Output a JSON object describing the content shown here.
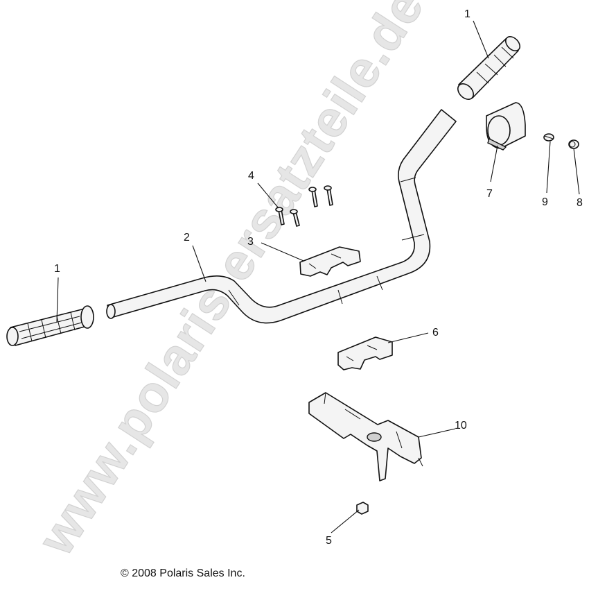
{
  "watermark": "www.polaris-ersatzteile.de",
  "copyright": "© 2008 Polaris Sales Inc.",
  "callouts": {
    "grip_left": "1",
    "grip_right": "1",
    "handlebar": "2",
    "clamp_upper": "3",
    "bolts": "4",
    "nut": "5",
    "clamp_lower": "6",
    "cover": "7",
    "part8": "8",
    "part9": "9",
    "bracket": "10"
  }
}
